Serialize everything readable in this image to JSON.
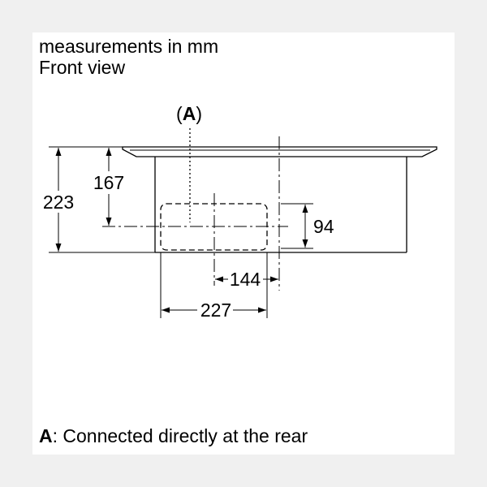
{
  "header": {
    "units_note": "measurements in mm",
    "view_label": "Front view"
  },
  "drawing": {
    "connection_label_open": "(",
    "connection_label_letter": "A",
    "connection_label_close": ")",
    "dimensions": {
      "overall_height": "223",
      "depth_to_centerline": "167",
      "duct_height": "94",
      "center_offset": "144",
      "duct_width": "227"
    }
  },
  "footnote": {
    "key": "A",
    "text": ": Connected directly at the rear"
  }
}
